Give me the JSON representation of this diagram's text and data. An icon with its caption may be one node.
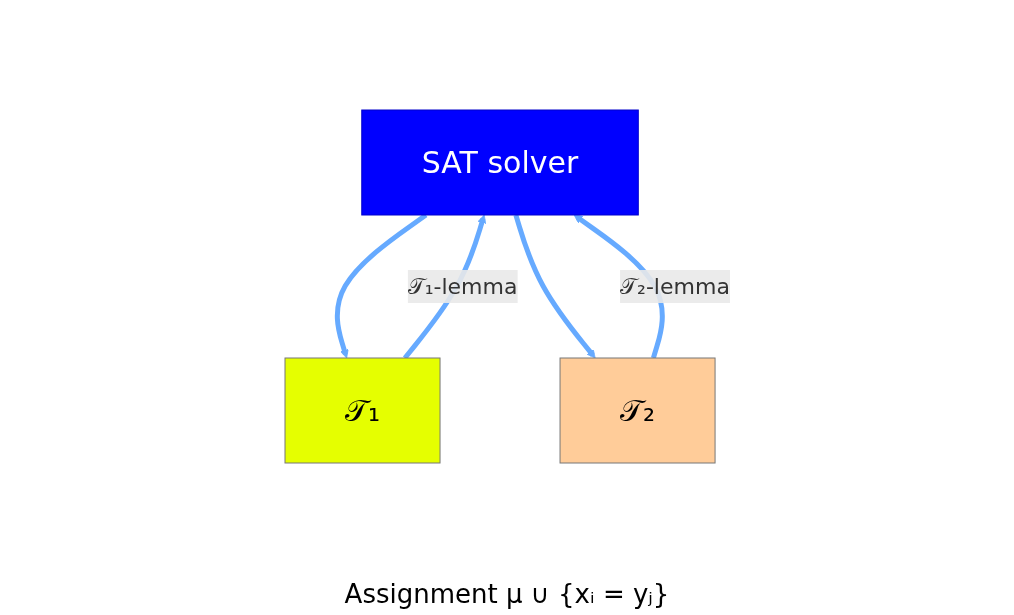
{
  "diagram": {
    "nodes": [
      {
        "text": [
          "SAT solver"
        ]
      },
      {
        "text": [
          "𝒯₁"
        ]
      },
      {
        "text": [
          "𝒯₂"
        ]
      }
    ],
    "edges": [
      {
        "from": 1,
        "to": 0,
        "arrow": "to",
        "label": "𝒯₁-lemma"
      },
      {
        "from": 0,
        "to": 1,
        "arrow": "to"
      },
      {
        "from": 0,
        "to": 2,
        "arrow": "to"
      },
      {
        "from": 2,
        "to": 0,
        "arrow": "to",
        "label": "𝒯₂-lemma"
      }
    ],
    "labels": [
      "Assignment μ ∪ {xᵢ = yⱼ}"
    ]
  }
}
